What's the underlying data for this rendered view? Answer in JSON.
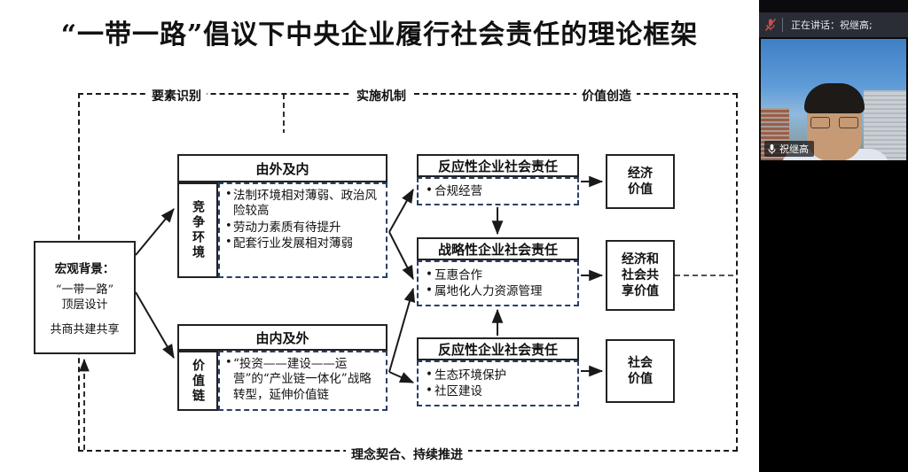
{
  "slide": {
    "title": "“一带一路”倡议下中央企业履行社会责任的理论框架",
    "frame_labels": {
      "top_left": "要素识别",
      "top_mid": "实施机制",
      "top_right": "价值创造",
      "bottom": "理念契合、持续推进"
    },
    "macro_box": {
      "title": "宏观背景：",
      "line1": "“一带一路”\n顶层设计",
      "line2": "共商共建共享"
    },
    "driver_boxes": [
      {
        "header": "由外及内",
        "side_label": "竞争环境",
        "bullets": [
          "法制环境相对薄弱、政治风险较高",
          "劳动力素质有待提升",
          "配套行业发展相对薄弱"
        ]
      },
      {
        "header": "由内及外",
        "side_label": "价值链",
        "bullets": [
          "“投资——建设——运营”的“产业链一体化”战略转型，延伸价值链"
        ]
      }
    ],
    "csr_boxes": [
      {
        "header": "反应性企业社会责任",
        "bullets": [
          "合规经营"
        ]
      },
      {
        "header": "战略性企业社会责任",
        "bullets": [
          "互惠合作",
          "属地化人力资源管理"
        ]
      },
      {
        "header": "反应性企业社会责任",
        "bullets": [
          "生态环境保护",
          "社区建设"
        ]
      }
    ],
    "value_boxes": [
      {
        "text": "经济\n价值"
      },
      {
        "text": "经济和\n社会共\n享价值"
      },
      {
        "text": "社会\n价值"
      }
    ]
  },
  "video_panel": {
    "speaking_label": "正在讲话：祝继高;",
    "mic_muted_icon": "mic-muted-icon",
    "participant_name": "祝继高",
    "mic_icon": "mic-icon"
  },
  "colors": {
    "accent_dashed": "#2a3f66",
    "line": "#222222",
    "panel_bg": "#0b0b0d",
    "bar_bg": "#2a2d35"
  }
}
